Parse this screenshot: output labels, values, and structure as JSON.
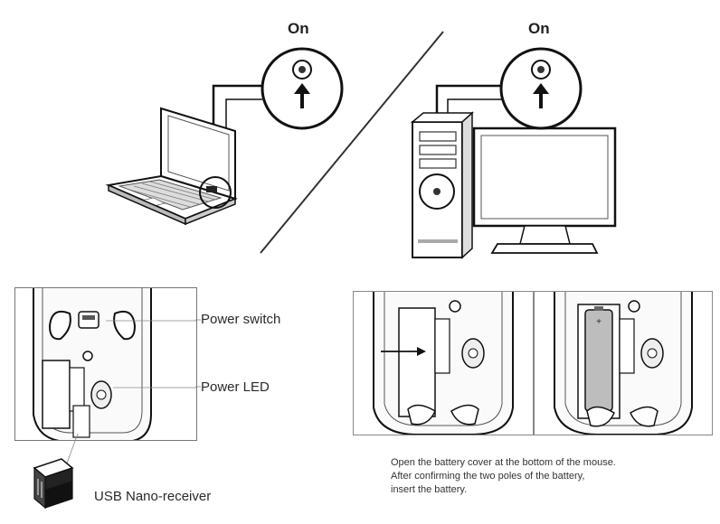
{
  "top": {
    "laptop_on_label": "On",
    "desktop_on_label": "On"
  },
  "bottom_left": {
    "power_switch_label": "Power switch",
    "power_led_label": "Power LED",
    "receiver_label": "USB Nano-receiver"
  },
  "bottom_right": {
    "instructions": [
      "Open the battery cover at the bottom of the mouse.",
      "After confirming the two poles of the battery,",
      "insert the battery."
    ]
  }
}
